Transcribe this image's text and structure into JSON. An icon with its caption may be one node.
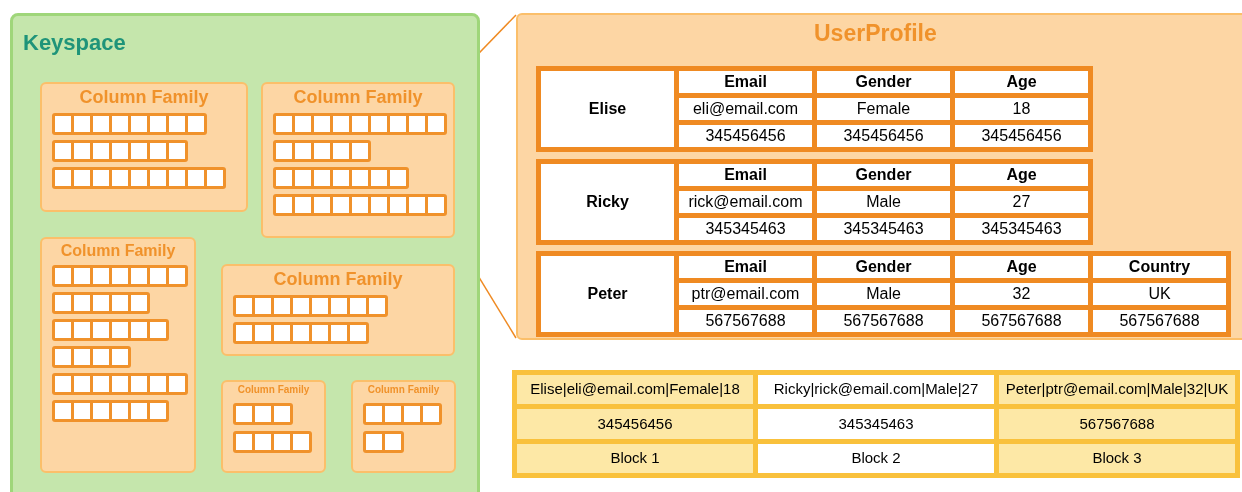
{
  "diagram": {
    "nodes": [
      {
        "text": [
          "Keyspace"
        ]
      },
      {
        "text": [
          "Column Family"
        ],
        "in": 0
      },
      {
        "text": [
          "Column Family"
        ],
        "in": 0
      },
      {
        "text": [
          "Column Family"
        ],
        "in": 0
      },
      {
        "text": [
          "Column Family"
        ],
        "in": 0
      },
      {
        "text": [
          "Column Family"
        ],
        "in": 0
      },
      {
        "text": [
          "Column Family"
        ],
        "in": 0
      },
      {
        "text": [
          "UserProfile"
        ]
      },
      {
        "text": [
          "Elise",
          "Email",
          "Gender",
          "Age",
          "eli@email.com",
          "Female",
          "18",
          "345456456",
          "345456456",
          "345456456"
        ],
        "in": 7
      },
      {
        "text": [
          "Ricky",
          "Email",
          "Gender",
          "Age",
          "rick@email.com",
          "Male",
          "27",
          "345345463",
          "345345463",
          "345345463"
        ],
        "in": 7
      },
      {
        "text": [
          "Peter",
          "Email",
          "Gender",
          "Age",
          "Country",
          "ptr@email.com",
          "Male",
          "32",
          "UK",
          "567567688",
          "567567688",
          "567567688",
          "567567688"
        ],
        "in": 7
      },
      {
        "text": [
          "Elise|eli@email.com|Female|18",
          "Ricky|rick@email.com|Male|27",
          "Peter|ptr@email.com|Male|32|UK",
          "345456456",
          "345345463",
          "567567688",
          "Block 1",
          "Block 2",
          "Block 3"
        ]
      }
    ],
    "edges": [
      {
        "from": 2,
        "to": 7,
        "arrow": "none"
      },
      {
        "from": 2,
        "to": 7,
        "arrow": "none"
      }
    ]
  }
}
